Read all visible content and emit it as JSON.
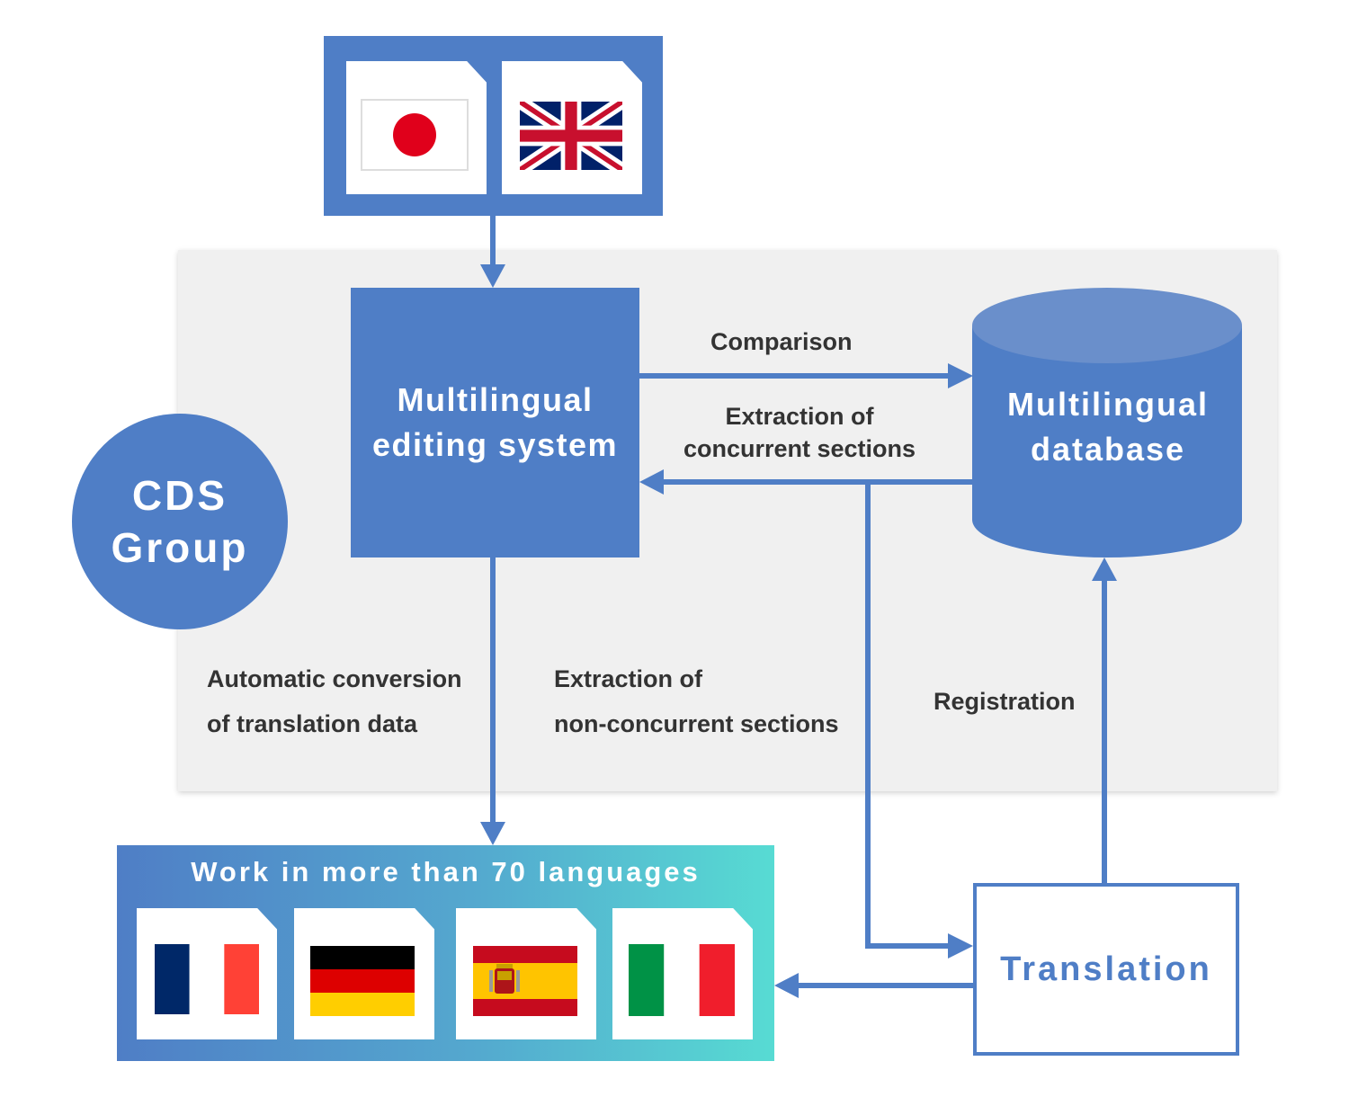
{
  "source_files": [
    {
      "icon": "japan-flag-icon"
    },
    {
      "icon": "uk-flag-icon"
    }
  ],
  "editing_system": {
    "label": "Multilingual\nediting system"
  },
  "database": {
    "label": "Multilingual\ndatabase"
  },
  "group": {
    "label": "CDS\nGroup"
  },
  "arrows": {
    "comparison": "Comparison",
    "extraction_concurrent": "Extraction of\nconcurrent sections",
    "automatic_conversion": "Automatic conversion\nof translation data",
    "extraction_non_concurrent": "Extraction of\nnon-concurrent sections",
    "registration": "Registration"
  },
  "languages": {
    "title": "Work in more than 70 languages",
    "flags": [
      "france-flag-icon",
      "germany-flag-icon",
      "spain-flag-icon",
      "italy-flag-icon"
    ]
  },
  "translation": {
    "label": "Translation"
  },
  "colors": {
    "primary": "#4f7ec6",
    "panel": "#f0f0f0",
    "gradient_end": "#57dbd3"
  }
}
